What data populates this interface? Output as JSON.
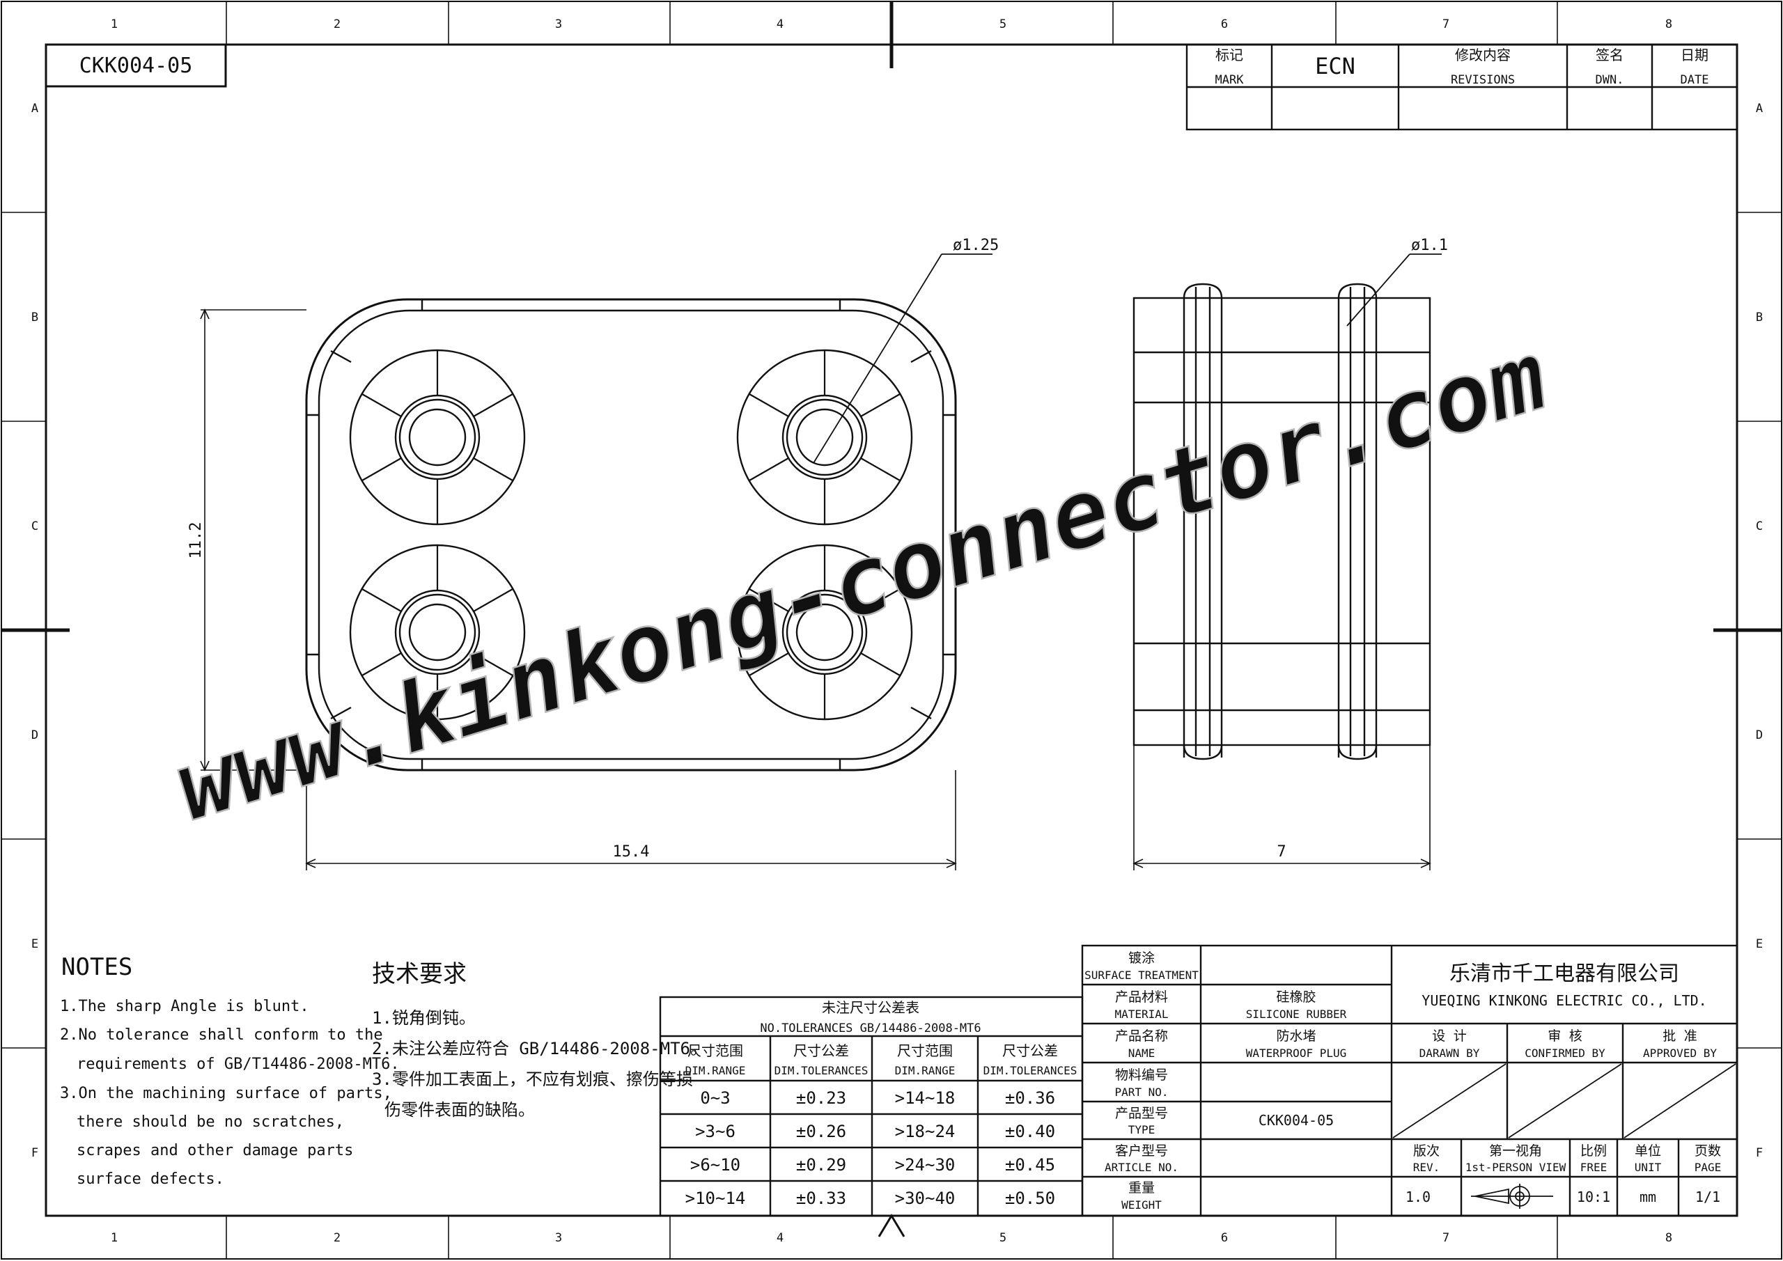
{
  "drawing": {
    "code": "CKK004-05",
    "column_numbers": [
      "1",
      "2",
      "3",
      "4",
      "5",
      "6",
      "7",
      "8"
    ],
    "row_letters": [
      "A",
      "B",
      "C",
      "D",
      "E",
      "F"
    ]
  },
  "revisions": {
    "mark_cn": "标记",
    "mark_en": "MARK",
    "ecn": "ECN",
    "revisions_cn": "修改内容",
    "revisions_en": "REVISIONS",
    "dwn_cn": "签名",
    "dwn_en": "DWN.",
    "date_cn": "日期",
    "date_en": "DATE"
  },
  "dimensions": {
    "d_left": "ø1.25",
    "d_right": "ø1.1",
    "height": "11.2",
    "width": "15.4",
    "side_width": "7"
  },
  "watermark": "www.kinkong-connector.com",
  "notes_en": {
    "title": "NOTES",
    "n1": "1.The sharp Angle is blunt.",
    "n2a": "2.No tolerance shall conform to the",
    "n2b": "requirements of GB/T14486-2008-MT6.",
    "n3a": "3.On the machining surface of parts,",
    "n3b": "there should be no scratches,",
    "n3c": "scrapes and other damage parts",
    "n3d": "surface defects."
  },
  "notes_cn": {
    "title": "技术要求",
    "n1": "1.锐角倒钝。",
    "n2": "2.未注公差应符合 GB/14486-2008-MT6。",
    "n3a": "3.零件加工表面上，不应有划痕、擦伤等损",
    "n3b": "伤零件表面的缺陷。"
  },
  "tolerance_table": {
    "title_cn": "未注尺寸公差表",
    "title_en": "NO.TOLERANCES GB/14486-2008-MT6",
    "h_range_cn": "尺寸范围",
    "h_range_en": "DIM.RANGE",
    "h_tol_cn": "尺寸公差",
    "h_tol_en": "DIM.TOLERANCES",
    "rows": [
      {
        "r1": "0~3",
        "t1": "±0.23",
        "r2": ">14~18",
        "t2": "±0.36"
      },
      {
        "r1": ">3~6",
        "t1": "±0.26",
        "r2": ">18~24",
        "t2": "±0.40"
      },
      {
        "r1": ">6~10",
        "t1": "±0.29",
        "r2": ">24~30",
        "t2": "±0.45"
      },
      {
        "r1": ">10~14",
        "t1": "±0.33",
        "r2": ">30~40",
        "t2": "±0.50"
      }
    ]
  },
  "title_block": {
    "surface_cn": "镀涂",
    "surface_en": "SURFACE TREATMENT",
    "material_cn": "产品材料",
    "material_en": "MATERIAL",
    "material_val_cn": "硅橡胶",
    "material_val_en": "SILICONE RUBBER",
    "name_cn": "产品名称",
    "name_en": "NAME",
    "name_val_cn": "防水堵",
    "name_val_en": "WATERPROOF PLUG",
    "partno_cn": "物料编号",
    "partno_en": "PART NO.",
    "type_cn": "产品型号",
    "type_en": "TYPE",
    "type_val": "CKK004-05",
    "article_cn": "客户型号",
    "article_en": "ARTICLE NO.",
    "weight_cn": "重量",
    "weight_en": "WEIGHT",
    "company_cn": "乐清市千工电器有限公司",
    "company_en": "YUEQING KINKONG ELECTRIC CO., LTD.",
    "design_cn": "设 计",
    "design_en": "DARAWN BY",
    "review_cn": "审 核",
    "review_en": "CONFIRMED BY",
    "approve_cn": "批 准",
    "approve_en": "APPROVED BY",
    "rev_cn": "版次",
    "rev_en": "REV.",
    "view_cn": "第一视角",
    "view_en": "1st-PERSON VIEW",
    "scale_cn": "比例",
    "scale_en": "FREE",
    "unit_cn": "单位",
    "unit_en": "UNIT",
    "page_cn": "页数",
    "page_en": "PAGE",
    "rev_val": "1.0",
    "scale_val": "10:1",
    "unit_val": "mm",
    "page_val": "1/1"
  }
}
